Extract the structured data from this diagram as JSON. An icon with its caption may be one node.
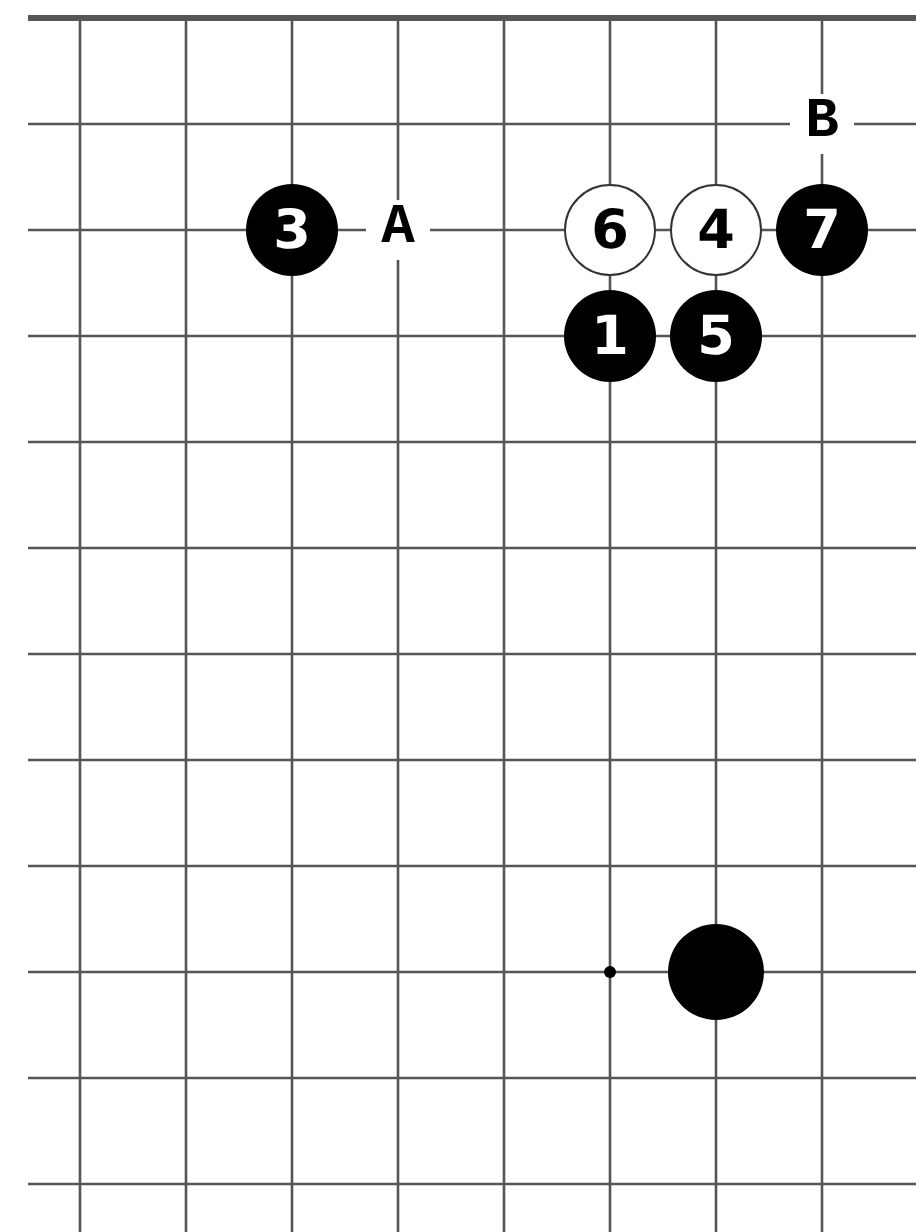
{
  "diagram": {
    "nodes": [
      {
        "text": [
          "3"
        ]
      },
      {
        "text": [
          "6"
        ]
      },
      {
        "text": [
          "4"
        ]
      },
      {
        "text": [
          "7"
        ]
      },
      {
        "text": [
          "1"
        ]
      },
      {
        "text": [
          "5"
        ]
      },
      {
        "text": [],
        "shape": "circle"
      }
    ],
    "labels": [
      "B",
      "A"
    ]
  }
}
